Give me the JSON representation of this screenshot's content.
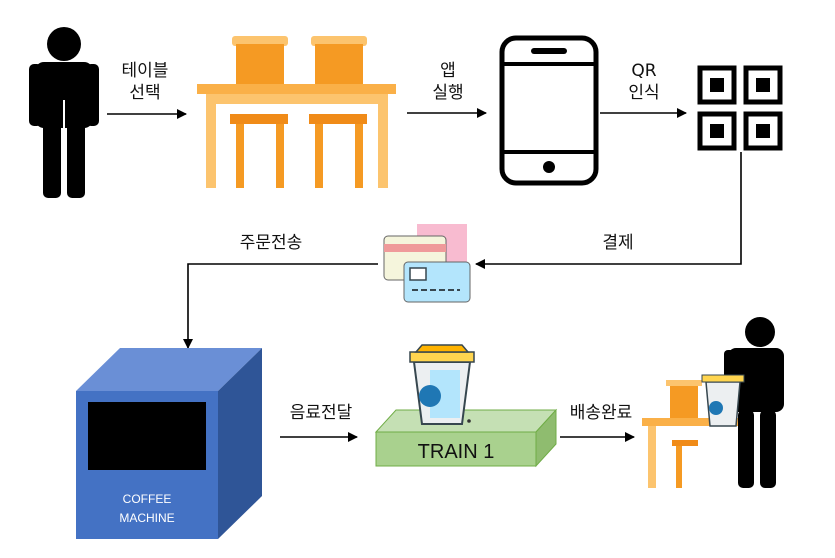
{
  "steps": {
    "table_select": {
      "line1": "테이블",
      "line2": "선택"
    },
    "app_run": {
      "line1": "앱",
      "line2": "실행"
    },
    "qr_recognize": {
      "line1": "QR",
      "line2": "인식"
    },
    "payment": "결제",
    "order_send": "주문전송",
    "drink_deliver": "음료전달",
    "delivery_done": "배송완료"
  },
  "coffee_machine": {
    "line1": "COFFEE",
    "line2": "MACHINE"
  },
  "train": {
    "label": "TRAIN 1"
  },
  "colors": {
    "chair_orange": "#F59A23",
    "chair_light": "#FCC46E",
    "table_top": "#FAB048",
    "machine_blue": "#4472C4",
    "machine_dark": "#2F5597",
    "train_green": "#A9D18E",
    "train_border": "#70AD47",
    "cup_blue": "#1F77B4"
  },
  "icons": [
    "person-icon",
    "table-chairs-icon",
    "smartphone-icon",
    "qr-code-icon",
    "credit-card-icon",
    "coffee-cup-icon"
  ]
}
